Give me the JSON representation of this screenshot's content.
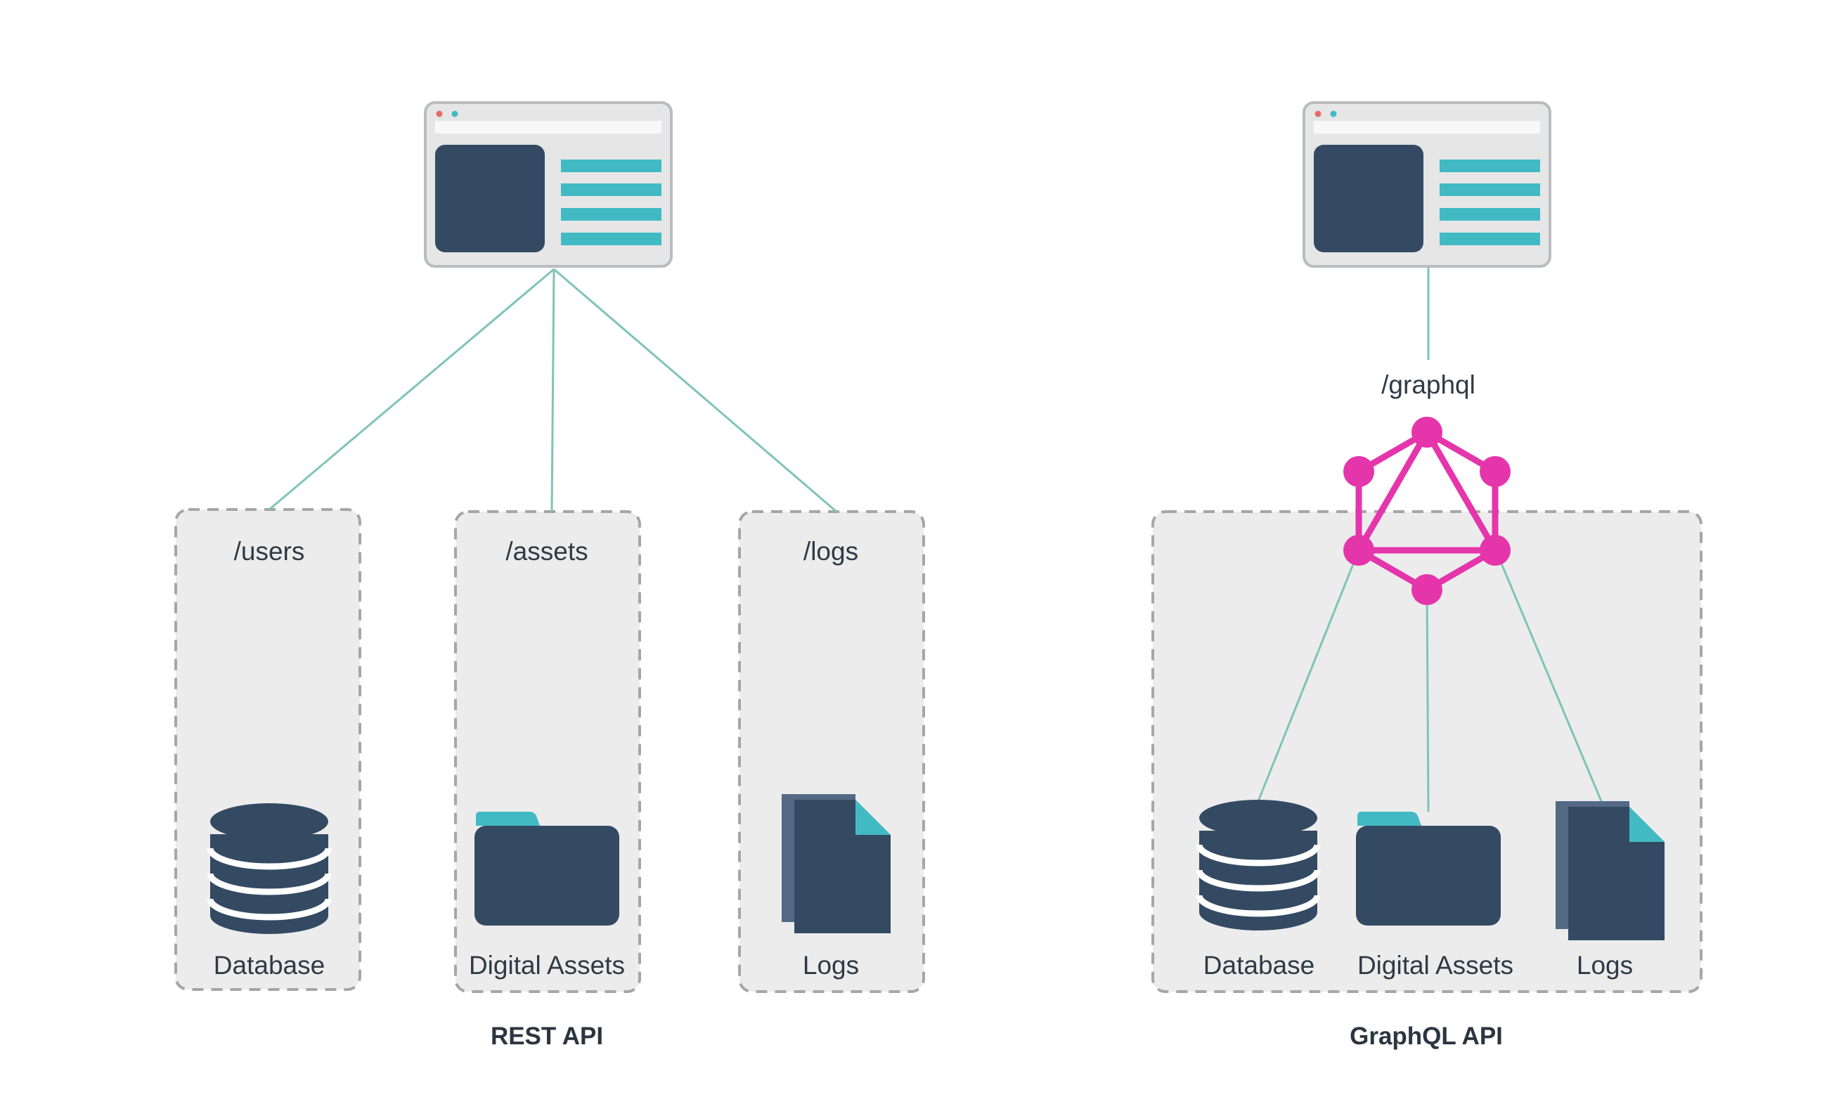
{
  "rest": {
    "title": "REST API",
    "endpoints": [
      {
        "path": "/users",
        "label": "Database",
        "icon": "database-icon"
      },
      {
        "path": "/assets",
        "label": "Digital Assets",
        "icon": "folder-icon"
      },
      {
        "path": "/logs",
        "label": "Logs",
        "icon": "document-icon"
      }
    ]
  },
  "graphql": {
    "title": "GraphQL API",
    "endpoint": "/graphql",
    "logo": "graphql-logo-icon",
    "items": [
      {
        "label": "Database",
        "icon": "database-icon"
      },
      {
        "label": "Digital Assets",
        "icon": "folder-icon"
      },
      {
        "label": "Logs",
        "icon": "document-icon"
      }
    ]
  },
  "colors": {
    "navy": "#344a63",
    "teal": "#42bac4",
    "connector": "#7fc4b6",
    "panel_fill": "#ececec",
    "panel_border": "#a6a6a6",
    "graphql_pink": "#e535ab"
  }
}
